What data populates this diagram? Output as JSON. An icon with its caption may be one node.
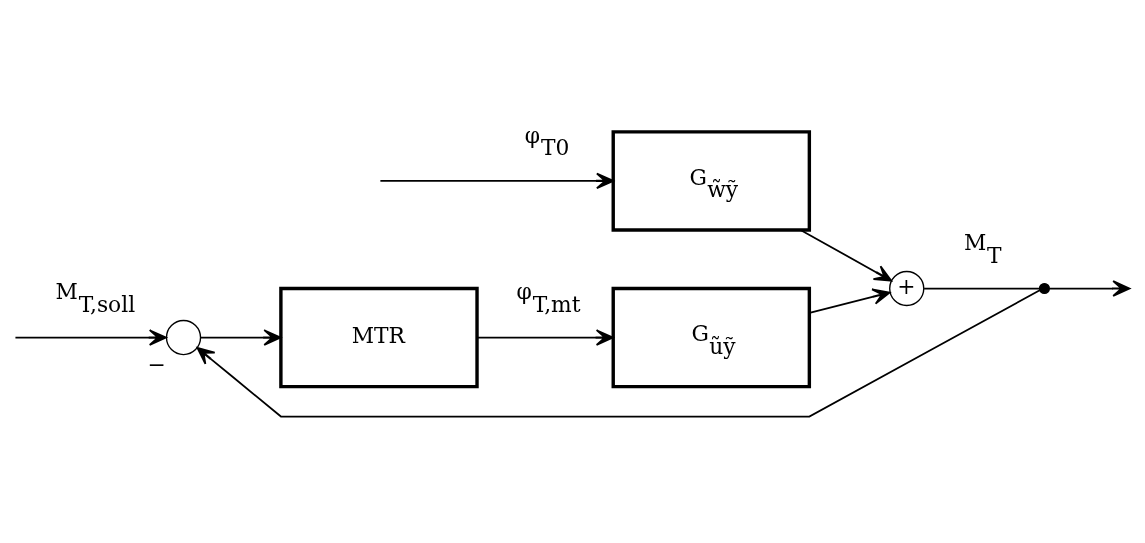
{
  "diagram": {
    "nodes": [
      {
        "text": [],
        "shape": "circle",
        "beside": [
          "−"
        ]
      },
      {
        "text": [
          "MTR"
        ]
      },
      {
        "text": [
          "G$_{ũỹ}$"
        ]
      },
      {
        "text": [
          "G$_{w̃ỹ}$"
        ]
      },
      {
        "text": [
          "+"
        ]
      },
      {
        "text": [],
        "shape": "point"
      }
    ],
    "edges": [
      {
        "from": null,
        "to": 0,
        "arrow": "to",
        "label": "M$_{T,soll}$"
      },
      {
        "from": 0,
        "to": 1,
        "arrow": "to"
      },
      {
        "from": 1,
        "to": 2,
        "arrow": "to",
        "label": "φ$_{T,mt}$"
      },
      {
        "from": 2,
        "to": 4,
        "arrow": "to"
      },
      {
        "from": null,
        "to": 3,
        "arrow": "to",
        "label": "φ$_{T0}$"
      },
      {
        "from": 3,
        "to": 4,
        "arrow": "to"
      },
      {
        "from": 4,
        "to": 5,
        "arrow": "none",
        "label": "M$_{T}$"
      },
      {
        "from": 5,
        "to": null,
        "arrow": "to"
      },
      {
        "from": 5,
        "to": 0,
        "arrow": "to"
      }
    ]
  }
}
